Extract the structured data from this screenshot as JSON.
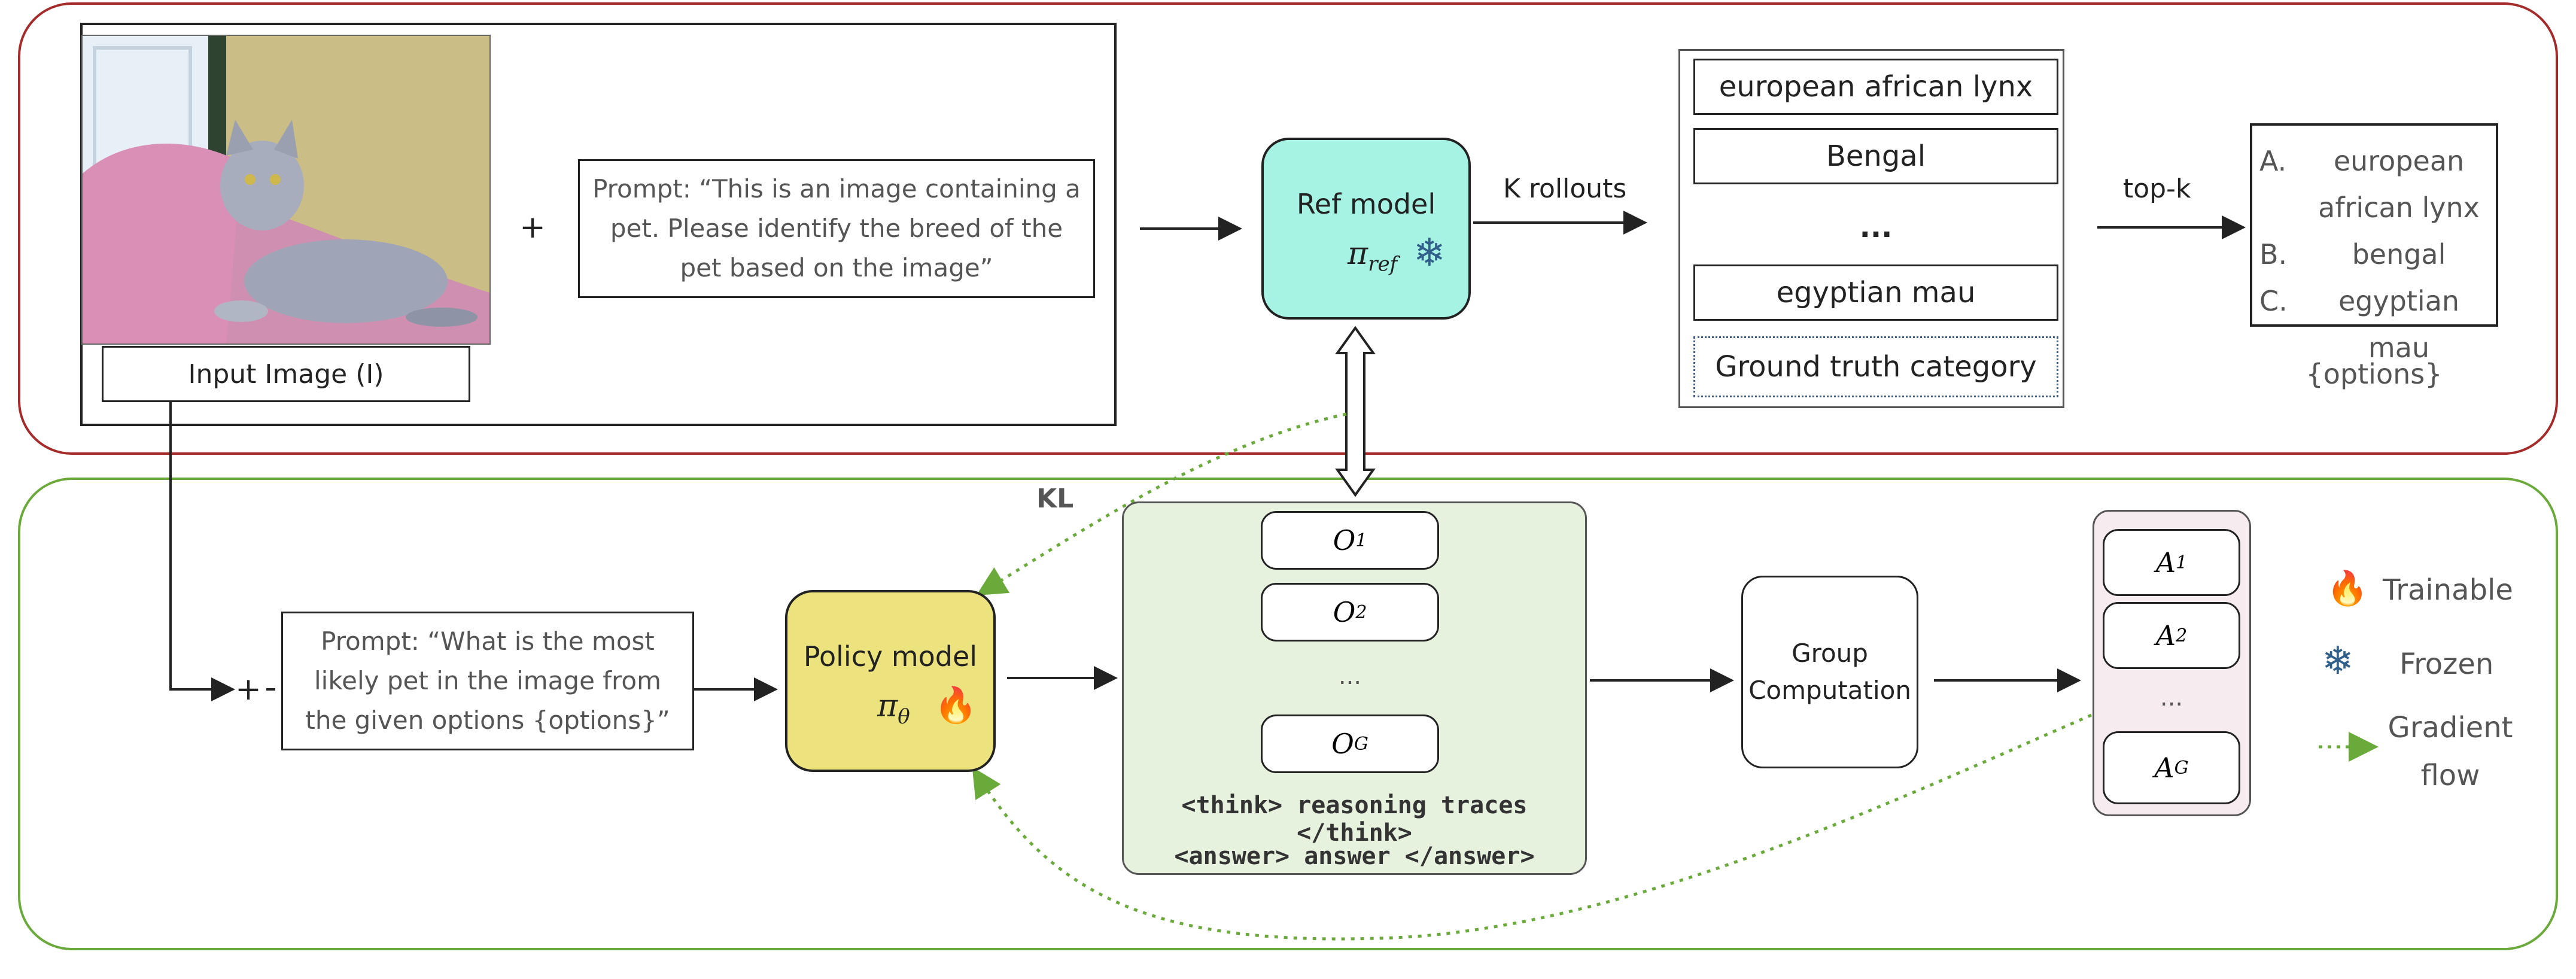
{
  "input_image_label": "Input Image (I)",
  "plus": "+",
  "prompt_top": "Prompt: “This is an image containing a pet. Please identify the breed of the pet based on the image”",
  "ref_model": {
    "title": "Ref model",
    "symbol": "π",
    "subscript": "ref"
  },
  "k_rollouts": "K rollouts",
  "rollouts": [
    "european african lynx",
    "Bengal",
    "...",
    "egyptian mau"
  ],
  "ground_truth": "Ground truth category",
  "top_k": "top-k",
  "options": [
    {
      "letter": "A.",
      "text": "european african lynx"
    },
    {
      "letter": "B.",
      "text": "bengal"
    },
    {
      "letter": "C.",
      "text": "egyptian mau"
    }
  ],
  "options_label": "{options}",
  "kl_label": "KL",
  "prompt_bottom": "Prompt: “What is the most likely pet in the image from the given options {options}”",
  "policy_model": {
    "title": "Policy model",
    "symbol": "π",
    "subscript": "θ"
  },
  "outputs": [
    {
      "symbol": "O",
      "subscript": "1"
    },
    {
      "symbol": "O",
      "subscript": "2"
    },
    {
      "symbol": "O",
      "subscript": "G"
    }
  ],
  "outputs_ellipsis": "...",
  "think_line": "<think> reasoning traces </think>",
  "answer_line": "<answer> answer </answer>",
  "group_computation": "Group Computation",
  "advantages": [
    {
      "symbol": "A",
      "subscript": "1"
    },
    {
      "symbol": "A",
      "subscript": "2"
    },
    {
      "symbol": "A",
      "subscript": "G"
    }
  ],
  "advantages_ellipsis": "...",
  "legend": {
    "trainable": "Trainable",
    "frozen": "Frozen",
    "gradient_flow": "Gradient flow"
  },
  "colors": {
    "top_border": "#a52a2a",
    "bottom_border": "#6aaa3a",
    "ref_fill": "#a6f2e3",
    "policy_fill": "#ece27e",
    "outputs_fill": "#e6f1de",
    "adv_fill": "#f6ecf0",
    "gradient": "#6aaa3a"
  }
}
